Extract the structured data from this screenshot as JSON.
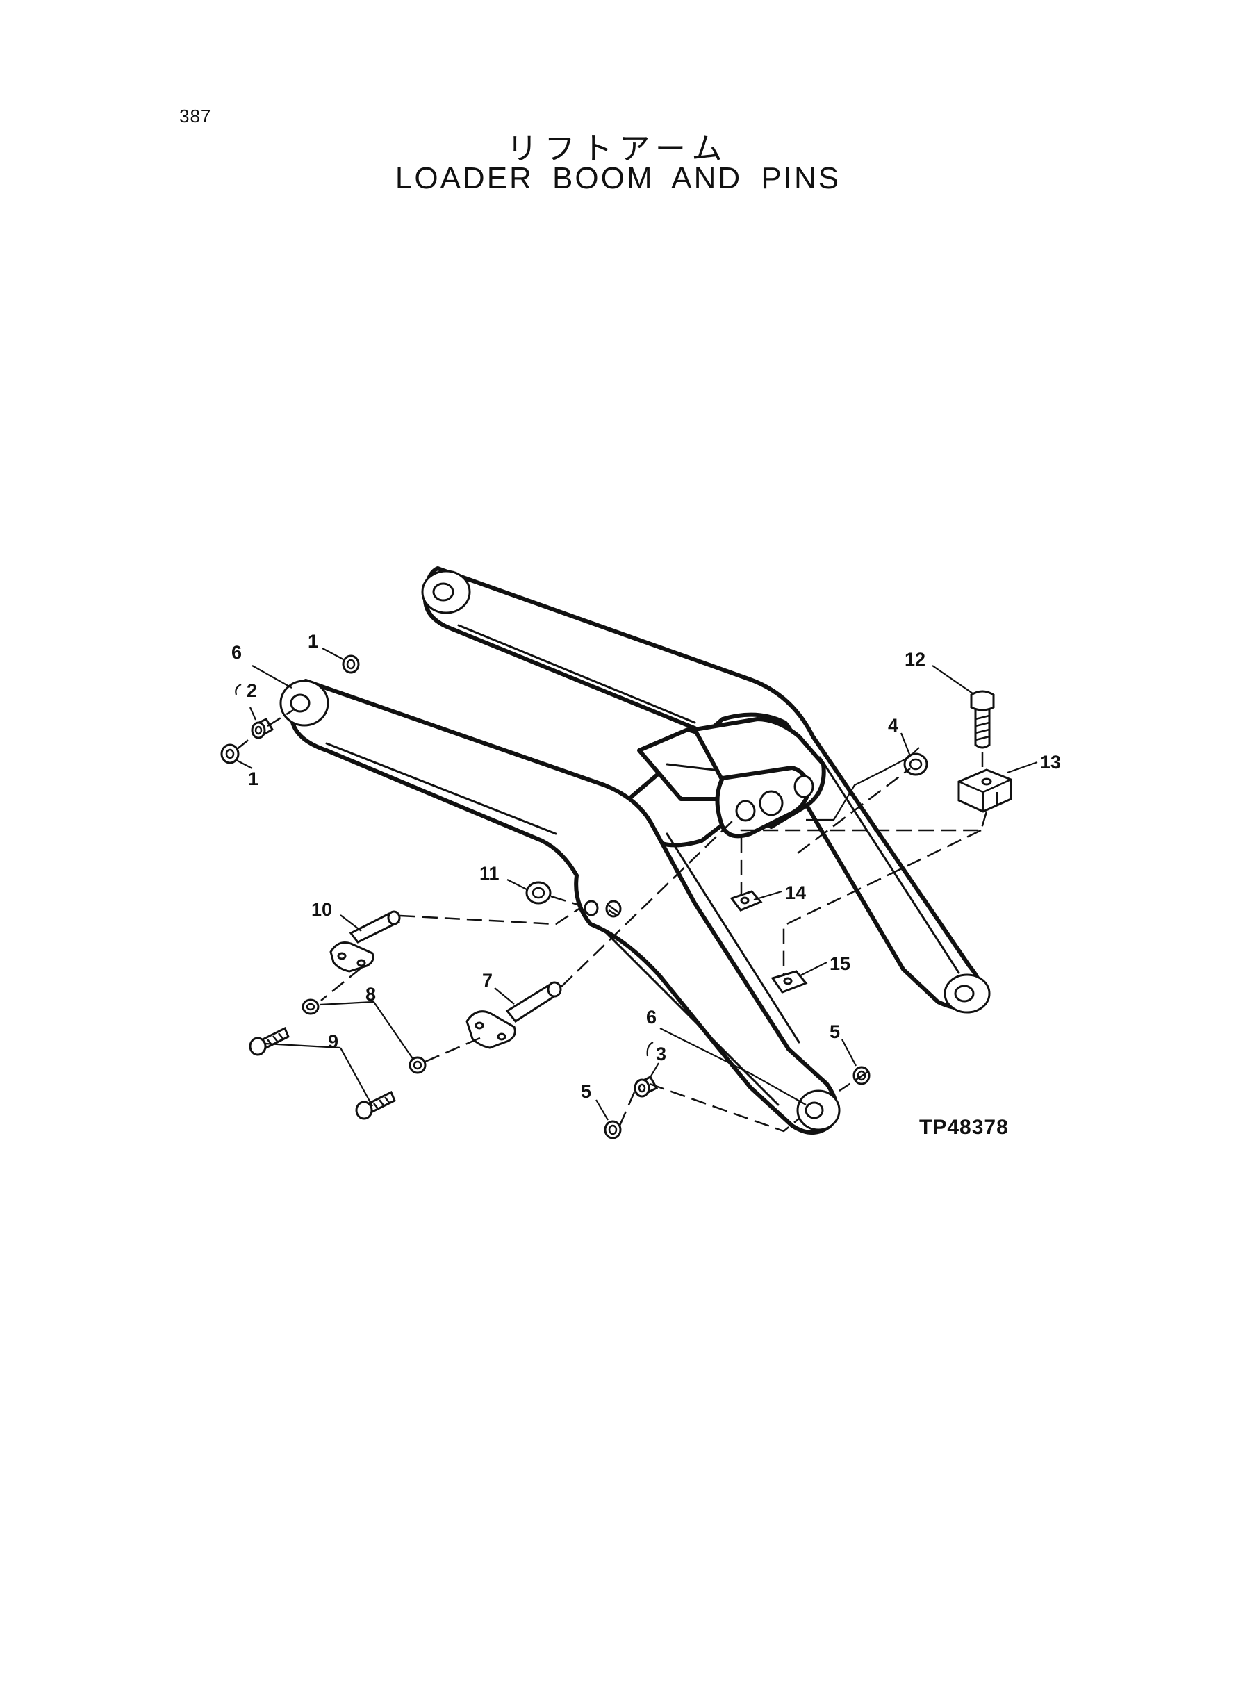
{
  "page": {
    "number": "387",
    "title_jp": "リフトアーム",
    "title_en": "LOADER BOOM AND PINS",
    "figure_code": "TP48378"
  },
  "callouts": {
    "c1a": "1",
    "c1b": "1",
    "c2": "2",
    "c3": "3",
    "c4": "4",
    "c5a": "5",
    "c5b": "5",
    "c6a": "6",
    "c6b": "6",
    "c7": "7",
    "c8": "8",
    "c9": "9",
    "c10": "10",
    "c11": "11",
    "c12": "12",
    "c13": "13",
    "c14": "14",
    "c15": "15"
  }
}
